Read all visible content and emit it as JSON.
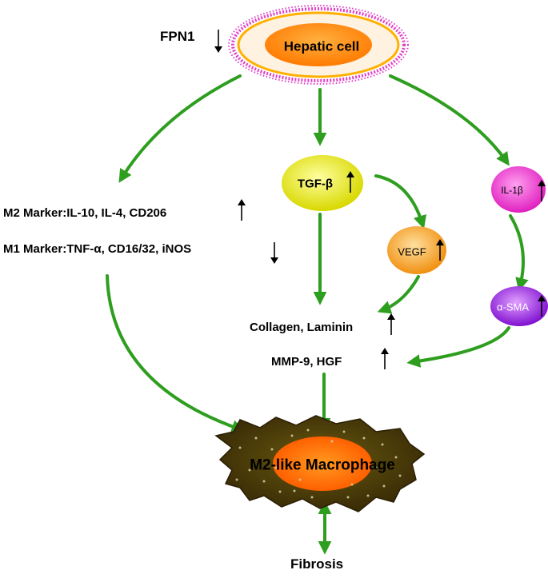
{
  "nodes": {
    "hepatic_cell": "Hepatic cell",
    "tgf_beta": "TGF-β",
    "il_1beta": "IL-1β",
    "vegf": "VEGF",
    "alpha_sma": "α-SMA",
    "macrophage": "M2-like Macrophage"
  },
  "labels": {
    "fpn1": "FPN1",
    "m2_marker": "M2 Marker:IL-10, IL-4, CD206",
    "m1_marker": "M1 Marker:TNF-α, CD16/32, iNOS",
    "collagen_laminin": "Collagen,  Laminin",
    "mmp9_hgf": "MMP-9, HGF",
    "fibrosis": "Fibrosis"
  },
  "colors": {
    "arrow_green": "#2e9e1f",
    "hepatic_fill": "#ff8c00",
    "hepatic_ring": "#e040c8",
    "tgf_fill": "#e8e820",
    "il1b_fill": "#f040d0",
    "vegf_fill": "#f8a020",
    "sma_fill": "#a020e0",
    "macrophage_outer": "#4a3a0a",
    "macrophage_core": "#ff7000"
  },
  "regulation": {
    "fpn1": "down",
    "tgf_beta": "up",
    "il_1beta": "up",
    "vegf": "up",
    "alpha_sma": "up",
    "m2_marker": "up",
    "m1_marker": "down",
    "collagen_laminin": "up",
    "mmp9_hgf": "up"
  }
}
